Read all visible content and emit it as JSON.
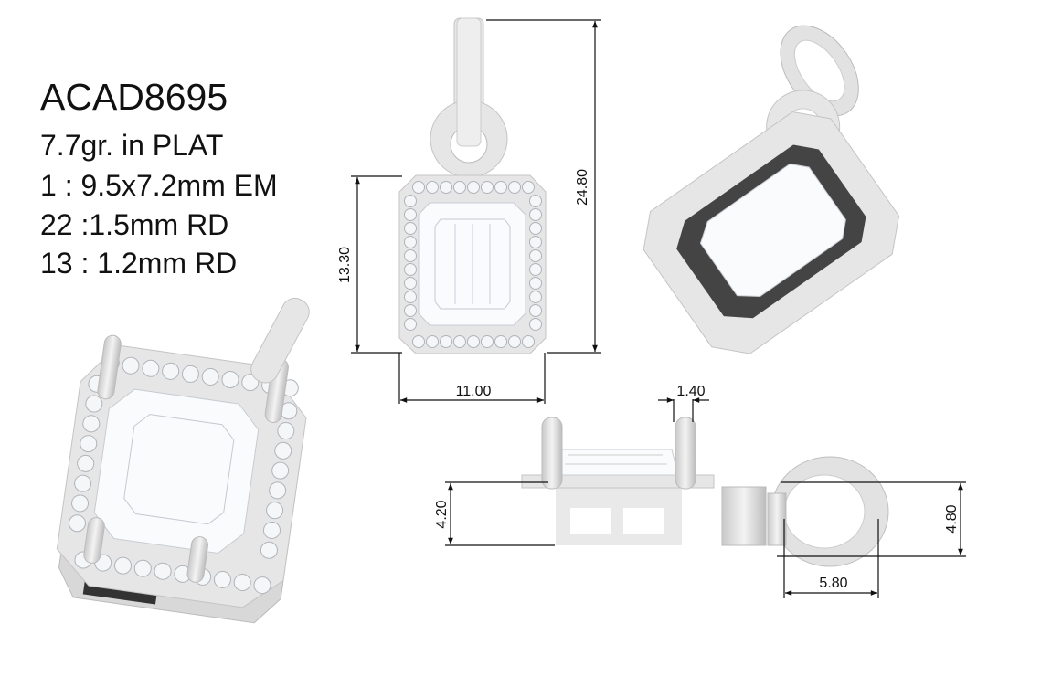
{
  "spec": {
    "model": "ACAD8695",
    "weight": "7.7gr. in PLAT",
    "center_stone": "1 : 9.5x7.2mm EM",
    "accent_1": "22 :1.5mm RD",
    "accent_2": "13 : 1.2mm RD"
  },
  "dimensions": {
    "total_height": "24.80",
    "halo_height": "13.30",
    "halo_width": "11.00",
    "prong_width": "1.40",
    "side_height": "4.20",
    "bail_height": "4.80",
    "bail_width": "5.80"
  },
  "colors": {
    "metal": "#e6e6e6",
    "line": "#111111"
  }
}
